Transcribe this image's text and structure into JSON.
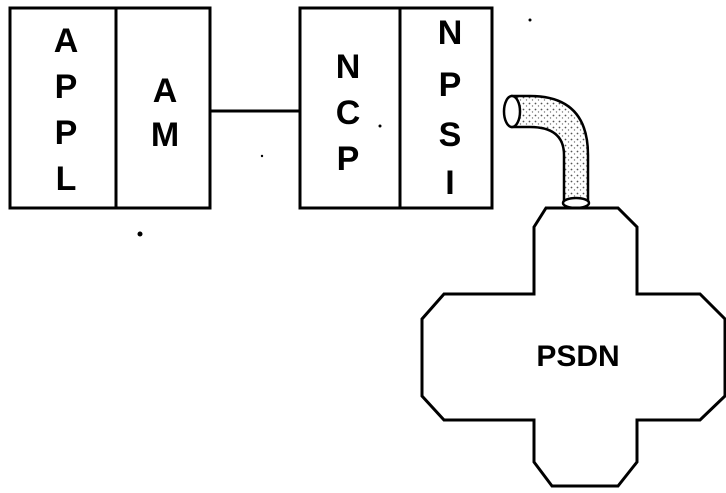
{
  "nodes": {
    "appl": {
      "letters": [
        "A",
        "P",
        "P",
        "L"
      ]
    },
    "am": {
      "letters": [
        "A",
        "M"
      ]
    },
    "ncp": {
      "letters": [
        "N",
        "C",
        "P"
      ]
    },
    "npsi": {
      "letters": [
        "N",
        "P",
        "S",
        "I"
      ]
    },
    "psdn": {
      "label": "PSDN"
    }
  },
  "edges": [
    {
      "from": "am",
      "to": "ncp",
      "style": "line"
    },
    {
      "from": "npsi",
      "to": "psdn",
      "style": "pipe"
    }
  ]
}
